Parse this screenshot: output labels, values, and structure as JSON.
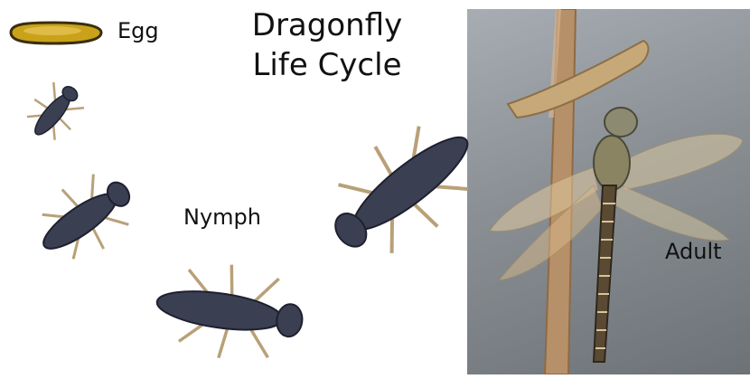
{
  "diagram": {
    "title_line1": "Dragonfly",
    "title_line2": "Life Cycle",
    "stages": {
      "egg": "Egg",
      "nymph": "Nymph",
      "adult": "Adult"
    }
  },
  "colors": {
    "background": "#ffffff",
    "egg_fill": "#c9a21a",
    "nymph_body": "#3b3f52",
    "nymph_legs": "#b8a078",
    "photo_bg": "#8a8f94",
    "stem": "#b69068",
    "wing": "#d8c7a0"
  }
}
